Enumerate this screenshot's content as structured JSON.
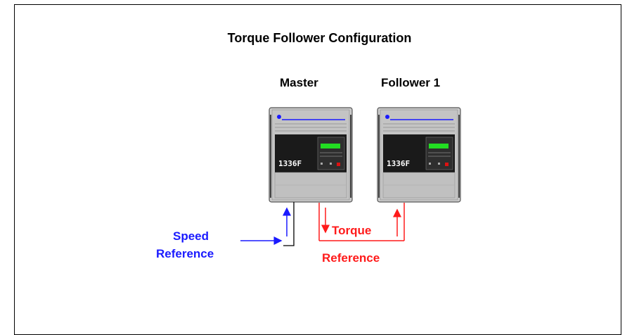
{
  "title": "Torque Follower Configuration",
  "drives": [
    {
      "label": "Master",
      "model_text": "1336F"
    },
    {
      "label": "Follower 1",
      "model_text": "1336F"
    }
  ],
  "signals": {
    "speed_reference": {
      "line1": "Speed",
      "line2": "Reference",
      "color": "#1a1aff"
    },
    "torque_reference": {
      "line1": "Torque",
      "line2": "Reference",
      "color": "#ff1a1a"
    }
  },
  "colors": {
    "drive_panel": "#cbcbcb",
    "drive_dark": "#1a1a1a",
    "display_green": "#22dd22",
    "accent_line": "#1a1aff"
  }
}
